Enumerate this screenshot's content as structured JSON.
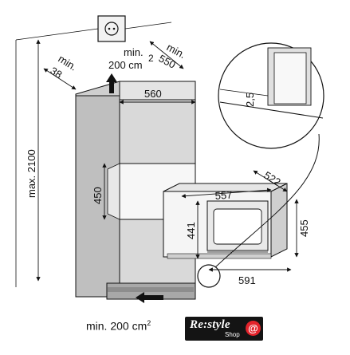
{
  "dimensions": {
    "vent_top_label_1": "min.",
    "vent_top_label_2": "200 cm",
    "vent_top_sup": "2",
    "depth_label": "min.",
    "depth_value": "550",
    "side_label": "min.",
    "side_value": "38",
    "width_560": "560",
    "height_max": "max. 2100",
    "niche_450": "450",
    "gap_2_5": "2,5",
    "unit_width": "557",
    "unit_depth": "522",
    "unit_front_height": "455",
    "unit_body_height": "441",
    "unit_bottom_width": "591"
  },
  "footer": {
    "vent_bottom_label": "min. 200 cm",
    "vent_bottom_sup": "2"
  },
  "logo": {
    "main": "Re:style",
    "sub": "Shop",
    "badge": "@"
  },
  "colors": {
    "cabinet_fill": "#d9d9d9",
    "cabinet_side": "#c4c4c4",
    "line": "#111111",
    "logo_bg": "#141414",
    "logo_accent": "#e3232b"
  }
}
